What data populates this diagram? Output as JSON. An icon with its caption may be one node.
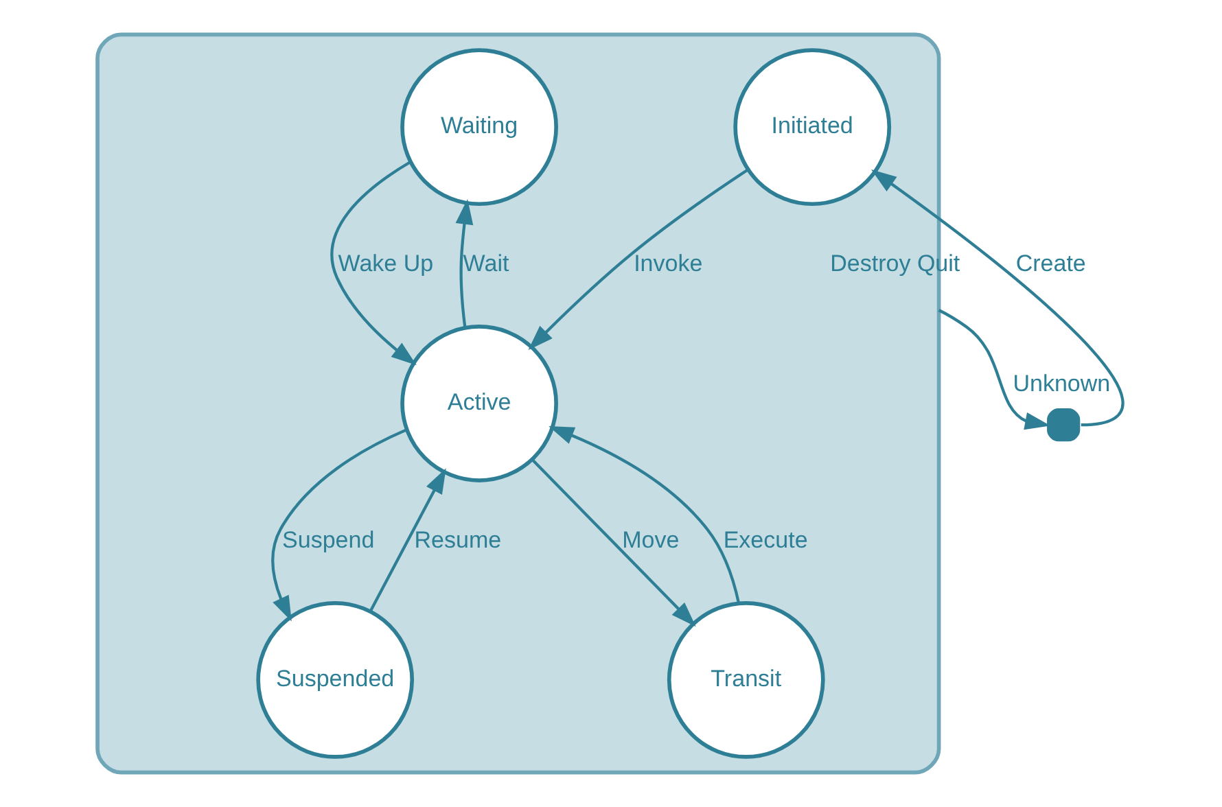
{
  "diagram": {
    "nodes": [
      {
        "text": [],
        "shape": "box"
      },
      {
        "text": [
          "Waiting"
        ],
        "in": 0
      },
      {
        "text": [
          "Suspended"
        ],
        "in": 0
      },
      {
        "text": [
          "Active"
        ],
        "in": 0
      },
      {
        "text": [
          "Transit"
        ],
        "in": 0
      },
      {
        "text": [
          "Initiated"
        ],
        "in": 0
      },
      {
        "text": [],
        "shape": "circle",
        "beside": [
          "Unknown"
        ]
      }
    ],
    "edges": [
      {
        "from": 3,
        "to": 1,
        "arrow": "to",
        "label": "Wait"
      },
      {
        "from": 1,
        "to": 3,
        "arrow": "to",
        "label": "Wake Up"
      },
      {
        "from": 2,
        "to": 3,
        "arrow": "to",
        "label": "Resume"
      },
      {
        "from": 3,
        "to": 2,
        "arrow": "to",
        "label": "Suspend"
      },
      {
        "from": 3,
        "to": 4,
        "arrow": "to",
        "label": "Move"
      },
      {
        "from": 4,
        "to": 3,
        "arrow": "to",
        "label": "Execute"
      },
      {
        "from": 5,
        "to": 3,
        "arrow": "to",
        "label": "Invoke"
      },
      {
        "from": 0,
        "to": 6,
        "arrow": "to",
        "label": "Destroy Quit"
      },
      {
        "from": 6,
        "to": 5,
        "arrow": "to",
        "label": "Create"
      }
    ]
  }
}
